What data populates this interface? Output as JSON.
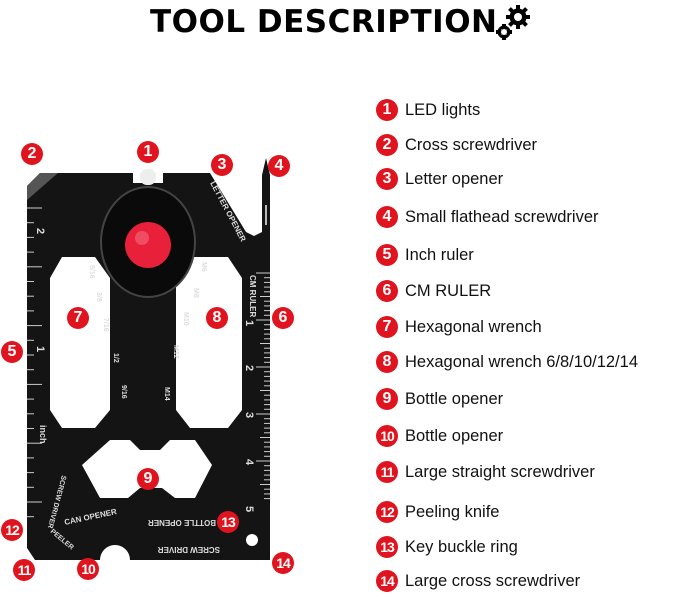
{
  "title": "TOOL DESCRIPTION",
  "legend": [
    {
      "num": "1",
      "label": "LED lights"
    },
    {
      "num": "2",
      "label": "Cross screwdriver"
    },
    {
      "num": "3",
      "label": "Letter opener"
    },
    {
      "num": "4",
      "label": "Small flathead screwdriver"
    },
    {
      "num": "5",
      "label": "Inch ruler"
    },
    {
      "num": "6",
      "label": "CM RULER"
    },
    {
      "num": "7",
      "label": "Hexagonal wrench"
    },
    {
      "num": "8",
      "label": "Hexagonal wrench  6/8/10/12/14"
    },
    {
      "num": "9",
      "label": "Bottle opener"
    },
    {
      "num": "10",
      "label": "Bottle opener"
    },
    {
      "num": "11",
      "label": "Large straight screwdriver"
    },
    {
      "num": "12",
      "label": "Peeling knife"
    },
    {
      "num": "13",
      "label": "Key buckle ring"
    },
    {
      "num": "14",
      "label": "Large cross screwdriver"
    }
  ],
  "card": {
    "letter_opener": "LETTER OPENER",
    "cm_ruler": "CM RULER",
    "inch": "inch",
    "inch_ticks": [
      "2",
      "1"
    ],
    "cm_ticks": [
      "1",
      "2",
      "3",
      "4",
      "5"
    ],
    "imperial_sizes": [
      "5/16",
      "3/8",
      "7/16",
      "1/2",
      "9/16"
    ],
    "metric_sizes": [
      "M6",
      "M8",
      "M10",
      "M12",
      "M14"
    ],
    "screw_driver_left": "SCREW DRIVER",
    "peeler": "PEELER",
    "can_opener": "CAN OPENER",
    "bottle_opener": "BOTTLE OPENER",
    "screw_driver_bottom": "SCREW DRIVER"
  },
  "colors": {
    "badge": "#e0141e",
    "card": "#141414",
    "led_red": "#e8203a"
  }
}
